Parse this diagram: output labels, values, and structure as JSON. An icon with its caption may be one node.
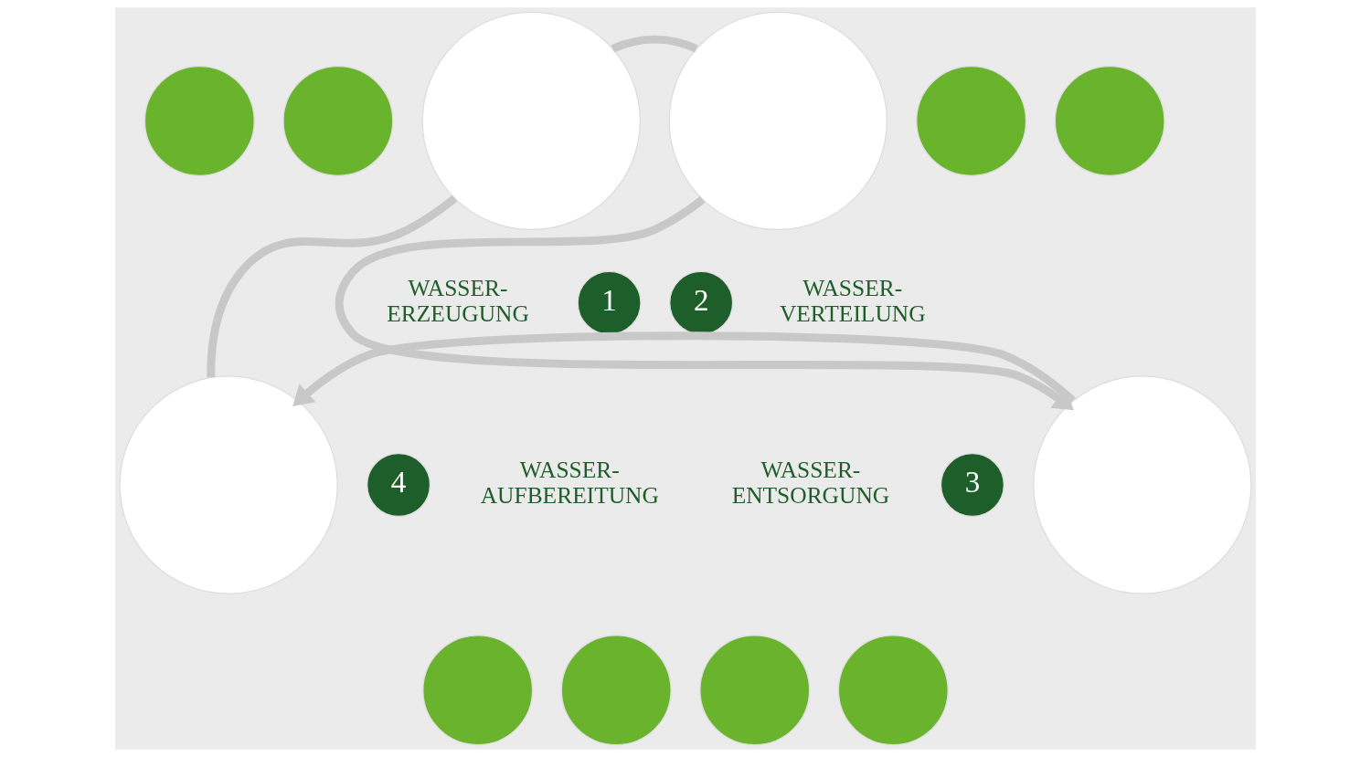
{
  "diagram": {
    "nodes": [
      {
        "text": [],
        "shape": "circle"
      },
      {
        "text": [],
        "shape": "circle"
      },
      {
        "text": [],
        "shape": "circle"
      },
      {
        "text": [],
        "shape": "circle"
      },
      {
        "text": [],
        "shape": "circle"
      },
      {
        "text": [],
        "shape": "circle"
      },
      {
        "text": [
          "1"
        ],
        "beside": [
          "WASSER- ERZEUGUNG"
        ]
      },
      {
        "text": [
          "2"
        ],
        "beside": [
          "WASSER- VERTEILUNG"
        ]
      },
      {
        "text": [],
        "shape": "circle"
      },
      {
        "text": [],
        "shape": "circle"
      },
      {
        "text": [
          "4"
        ],
        "beside": [
          "WASSER- AUFBEREITUNG"
        ]
      },
      {
        "text": [
          "3"
        ],
        "beside": [
          "WASSER- ENTSORGUNG"
        ]
      },
      {
        "text": [],
        "shape": "circle"
      },
      {
        "text": [],
        "shape": "circle"
      },
      {
        "text": [],
        "shape": "circle"
      },
      {
        "text": [],
        "shape": "circle"
      }
    ],
    "edges": [
      {
        "from": 8,
        "to": 2,
        "arrow": "none"
      },
      {
        "from": 2,
        "to": 3,
        "arrow": "none"
      },
      {
        "from": 3,
        "to": 9,
        "arrow": "to"
      },
      {
        "from": 9,
        "to": 8,
        "arrow": "to"
      }
    ]
  }
}
